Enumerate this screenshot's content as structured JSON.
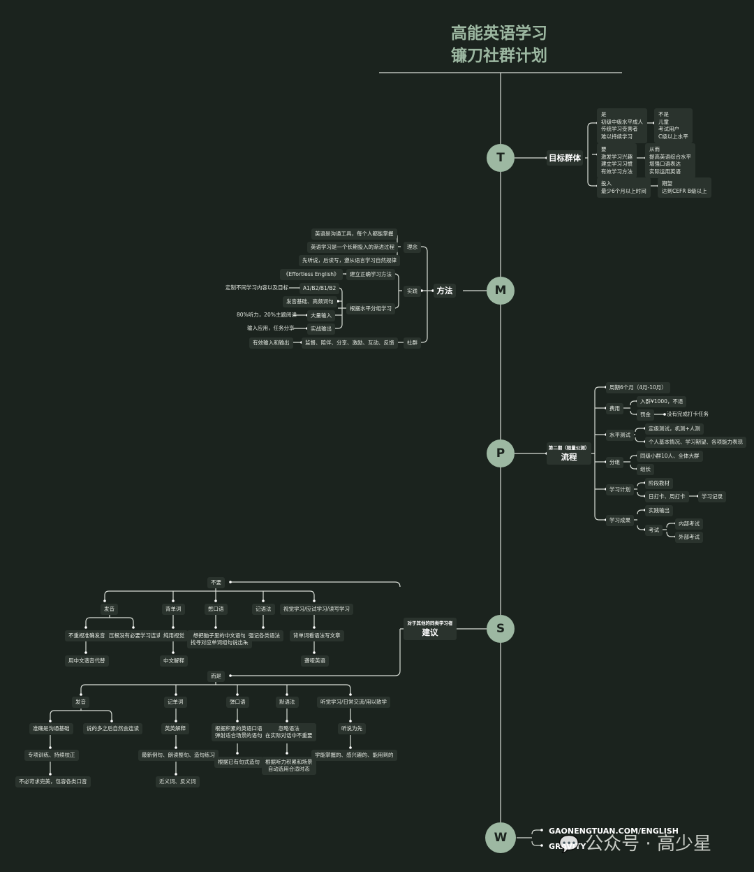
{
  "title": {
    "line1": "高能英语学习",
    "line2": "镰刀社群计划"
  },
  "nodes": {
    "t": "T",
    "m": "M",
    "p": "P",
    "s": "S",
    "w": "W"
  },
  "t": {
    "branch": "目标群体",
    "g1": "是\n初级中级水平成人\n传统学习受害者\n难以持续学习",
    "g1b": "不是\n儿童\n考试用户\nC级以上水平",
    "g2": "要\n激发学习兴趣\n建立学习习惯\n有效学习方法",
    "g2b": "从而\n提高英语综合水平\n增强口语表达\n实际运用英语",
    "g3": "投入\n最少6个月以上时间",
    "g3b": "期望\n达到CEFR B级以上"
  },
  "m": {
    "branch": "方法",
    "idea": "理念",
    "idea1": "英语是沟通工具，每个人都能掌握",
    "idea2": "英语学习是一个长期投入的渐进过程",
    "idea3": "先听说，后读写，遵从语言学习自然规律",
    "practice": "实践",
    "p1": "《Effortless English》",
    "p1b": "建立正确学习方法",
    "p2": "根据水平分组学习",
    "p2a": "定制不同学习内容以及目标",
    "p2a_v": "A1/B2/B1/B2",
    "p2b": "发音基础、高频词句",
    "p2c": "80%听力，20%主题阅读",
    "p2c_v": "大量输入",
    "p2d": "输入应用，任务分享",
    "p2d_v": "实战输出",
    "community": "社群",
    "c1": "监督、陪伴、分享、激励、互动、反馈",
    "c1a": "有效输入和输出"
  },
  "p": {
    "branch_small": "第二期（限量公测）",
    "branch": "流程",
    "period": "周期6个月（4月-10月）",
    "fee": "费用",
    "fee1": "入群¥1000，不退",
    "fee2": "罚金",
    "fee2a": "没有完成打卡任务",
    "level": "水平测试",
    "level1": "定级测试，机测+人测",
    "level2": "个人基本情况、学习期望、各项能力表现",
    "group": "分组",
    "group1": "同级小群10人、全体大群",
    "group2": "组长",
    "plan": "学习计划",
    "plan1": "阶段教材",
    "plan2": "日打卡、周打卡",
    "plan2a": "学习记录",
    "result": "学习成果",
    "result1": "实践输出",
    "result2": "考试",
    "result2a": "内部考试",
    "result2b": "外部考试"
  },
  "s": {
    "branch_small": "对于其他的同类学习者",
    "branch": "建议",
    "dont": "不要",
    "d1": "发音",
    "d1a": "不重视准确发音",
    "d1a1": "用中文谐音代替",
    "d1b": "压根没有必要学习连读",
    "d2": "背单词",
    "d2a": "纯用视觉",
    "d2a1": "中文解释",
    "d3": "憋口语",
    "d3a": "想把脑子里的中文语句\n找寻对应单词组句说出来",
    "d4": "记语法",
    "d4a": "强记各类语法",
    "d5": "视觉学习/应试学习/读写学习",
    "d5a": "背单词看语法写文章",
    "d5a1": "聋哑英语",
    "but": "而是",
    "b1": "发音",
    "b1a": "准确是沟通基础",
    "b1a1": "专项训练、持续校正",
    "b1a2": "不必苛求完美，包容各类口音",
    "b1b": "说的多之后自然会连读",
    "b2": "记单词",
    "b2a": "英英解释",
    "b2a1": "最新例句、朗读整句、造句练习",
    "b2a2": "近义词、反义词",
    "b3": "弹口语",
    "b3a": "根据积累的英语口语\n弹射适合场景的语句",
    "b3a1": "根据已有句式造句",
    "b4": "默语法",
    "b4a": "忽略语法\n在实际对话中不重要",
    "b4a1": "根据听力积累和场景\n自动选用合适时态",
    "b5": "听觉学习/日常交流/用以致学",
    "b5a": "听说为先",
    "b5a1": "学能掌握的、感兴趣的、能用到的"
  },
  "w": {
    "link1": "GAONENGTUAN.COM/ENGLISH",
    "link2": "GRAVITY"
  },
  "watermark": "公众号 · 高少星"
}
